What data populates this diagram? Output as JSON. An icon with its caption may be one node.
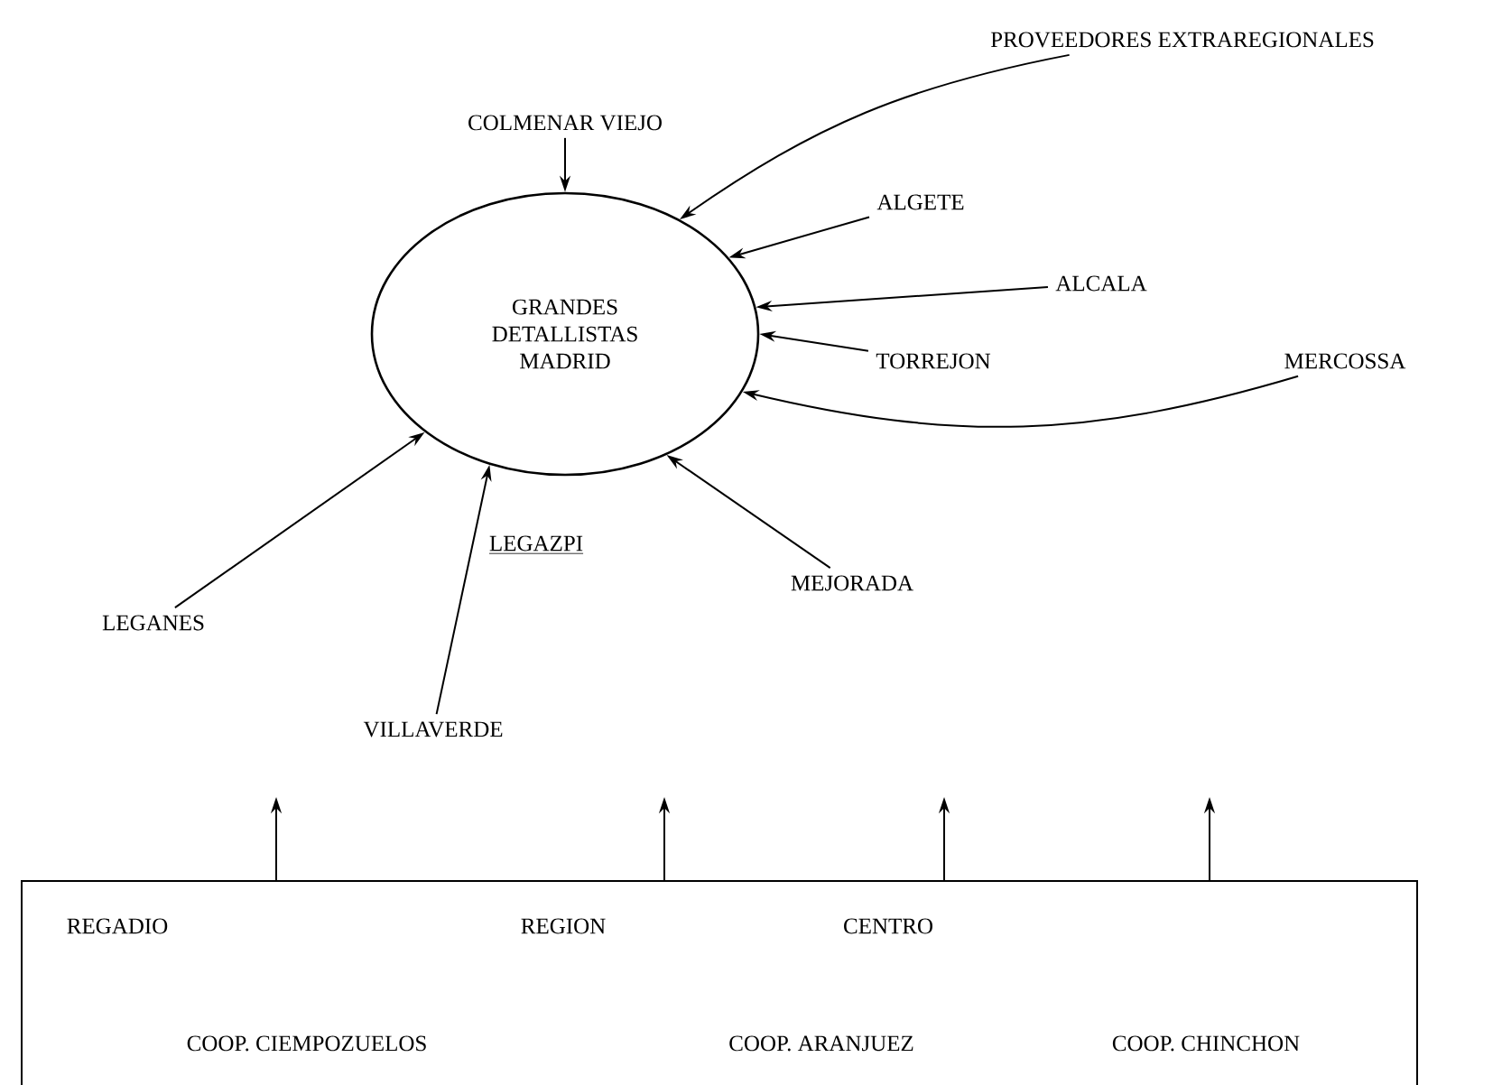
{
  "diagram": {
    "nodes": [
      {
        "text": [
          "GRANDES DETALLISTAS MADRID"
        ]
      },
      {
        "text": [
          "COLMENAR VIEJO"
        ]
      },
      {
        "text": [
          "PROVEEDORES EXTRAREGIONALES"
        ]
      },
      {
        "text": [
          "ALGETE"
        ]
      },
      {
        "text": [
          "ALCALA"
        ]
      },
      {
        "text": [
          "TORREJON"
        ]
      },
      {
        "text": [
          "MERCOSSA"
        ]
      },
      {
        "text": [
          "LEGANES"
        ]
      },
      {
        "text": [
          "VILLAVERDE"
        ]
      },
      {
        "text": [
          "MEJORADA"
        ]
      },
      {
        "text": [
          "REGADIO",
          "REGION",
          "CENTRO",
          "COOP. CIEMPOZUELOS",
          "COOP. ARANJUEZ",
          "COOP. CHINCHON"
        ]
      }
    ],
    "edges": [
      {
        "from": 1,
        "to": 0,
        "arrow": "to"
      },
      {
        "from": 2,
        "to": 0,
        "arrow": "to"
      },
      {
        "from": 3,
        "to": 0,
        "arrow": "to"
      },
      {
        "from": 4,
        "to": 0,
        "arrow": "to"
      },
      {
        "from": 5,
        "to": 0,
        "arrow": "to"
      },
      {
        "from": 6,
        "to": 0,
        "arrow": "to"
      },
      {
        "from": 7,
        "to": 0,
        "arrow": "to"
      },
      {
        "from": 8,
        "to": 0,
        "arrow": "to"
      },
      {
        "from": 9,
        "to": 0,
        "arrow": "to"
      },
      {
        "from": 10,
        "to": null,
        "arrow": "to"
      },
      {
        "from": 10,
        "to": null,
        "arrow": "to"
      },
      {
        "from": 10,
        "to": null,
        "arrow": "to"
      },
      {
        "from": 10,
        "to": null,
        "arrow": "to"
      }
    ],
    "labels": [
      "LEGAZPI"
    ]
  }
}
